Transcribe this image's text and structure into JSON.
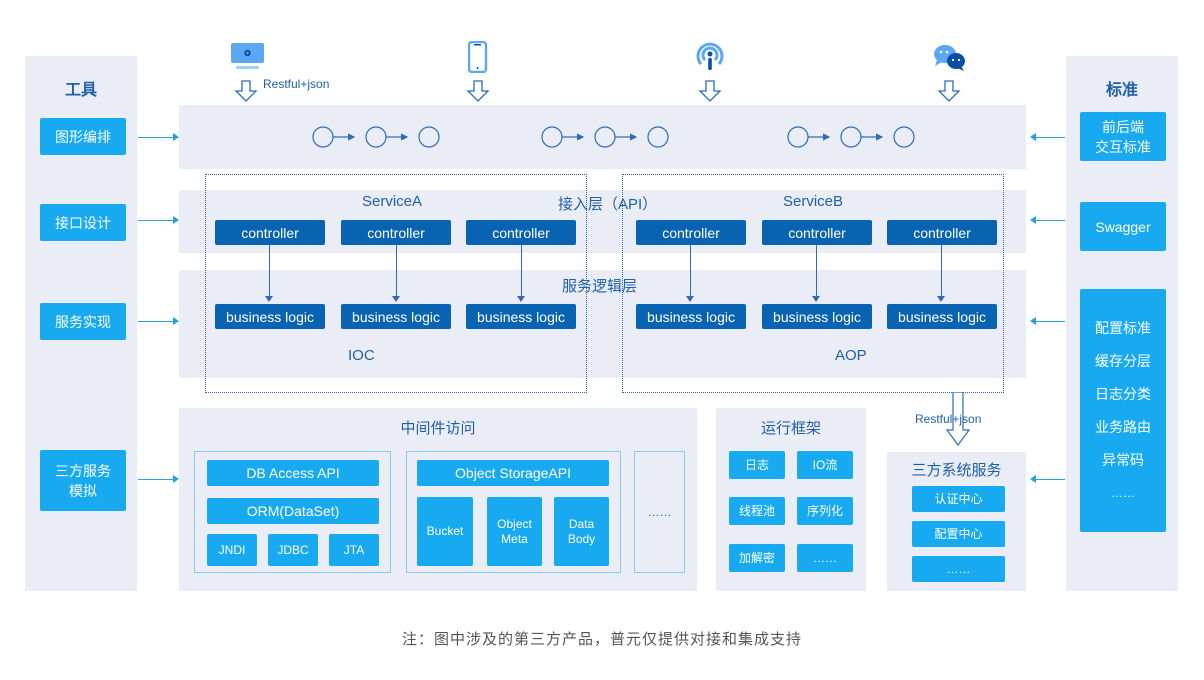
{
  "left_panel": {
    "title": "工具",
    "items": [
      {
        "label": "图形编排"
      },
      {
        "label": "接口设计"
      },
      {
        "label": "服务实现"
      },
      {
        "label": "三方服务\n模拟"
      }
    ]
  },
  "right_panel": {
    "title": "标准",
    "items": [
      {
        "label": "前后端\n交互标准"
      },
      {
        "label": "Swagger"
      }
    ],
    "list": [
      "配置标准",
      "缓存分层",
      "日志分类",
      "业务路由",
      "异常码",
      "……"
    ]
  },
  "clients": [
    {
      "icon": "desktop-gear-icon",
      "label": "Restful+json"
    },
    {
      "icon": "mobile-phone-icon",
      "label": ""
    },
    {
      "icon": "broadcast-icon",
      "label": ""
    },
    {
      "icon": "wechat-chat-icon",
      "label": ""
    }
  ],
  "layers": {
    "access_layer": "接入层（API）",
    "service_logic_layer": "服务逻辑层"
  },
  "services": [
    {
      "name": "ServiceA",
      "tag": "IOC",
      "controllers": [
        "controller",
        "controller",
        "controller"
      ],
      "logic": [
        "business logic",
        "business logic",
        "business logic"
      ]
    },
    {
      "name": "ServiceB",
      "tag": "AOP",
      "controllers": [
        "controller",
        "controller",
        "controller"
      ],
      "logic": [
        "business logic",
        "business logic",
        "business logic"
      ]
    }
  ],
  "middleware": {
    "title": "中间件访问",
    "db": {
      "api": "DB Access API",
      "orm": "ORM(DataSet)",
      "items": [
        "JNDI",
        "JDBC",
        "JTA"
      ]
    },
    "object_storage": {
      "api": "Object StorageAPI",
      "items": [
        "Bucket",
        "Object\nMeta",
        "Data\nBody"
      ]
    },
    "more": "……"
  },
  "runtime": {
    "title": "运行框架",
    "items": [
      "日志",
      "IO流",
      "线程池",
      "序列化",
      "加解密",
      "……"
    ]
  },
  "third_party": {
    "arrow_label": "Restful+json",
    "title": "三方系统服务",
    "items": [
      "认证中心",
      "配置中心",
      "……"
    ]
  },
  "note": "注：图中涉及的第三方产品，普元仅提供对接和集成支持",
  "colors": {
    "panel_bg": "#eaedf6",
    "cyan": "#17aaf1",
    "navy": "#0863b3",
    "text_blue": "#1f5fa8"
  }
}
